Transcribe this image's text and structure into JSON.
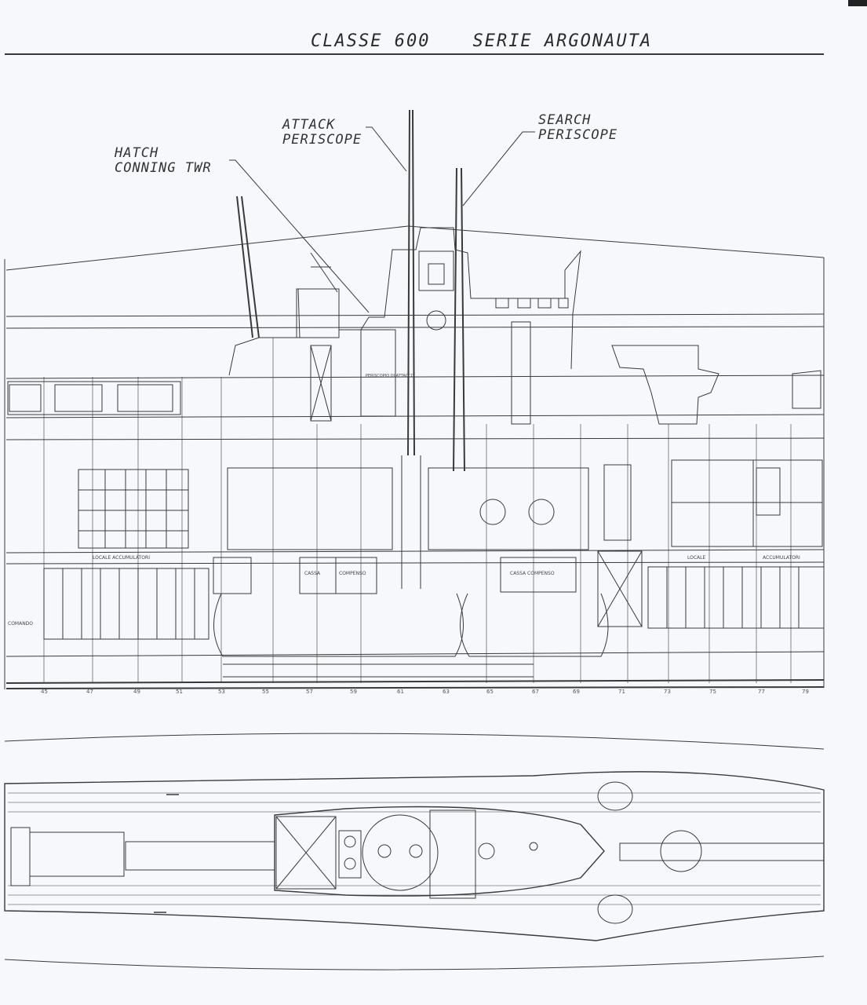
{
  "header": {
    "class_label": "CLASSE 600",
    "series_label": "SERIE ARGONAUTA"
  },
  "callouts": {
    "attack": "ATTACK\nPERISCOPE",
    "search": "SEARCH\nPERISCOPE",
    "hatch": "HATCH\nCONNING TWR"
  },
  "compartments": {
    "c1": "LOCALE ACCUMULATORI",
    "c2": "CASSA",
    "c3": "COMPENSO",
    "c4": "CASSA COMPENSO",
    "c5": "LOCALE",
    "c6": "ACCUMULATORI",
    "c7": "COMANDO",
    "c8": "PERISCOPIO DI ATTACCO"
  },
  "frame_numbers": [
    "45",
    "47",
    "49",
    "51",
    "53",
    "55",
    "57",
    "59",
    "61",
    "63",
    "65",
    "67",
    "69",
    "71",
    "73",
    "75",
    "77",
    "79"
  ],
  "colors": {
    "ink": "#3a3a3a",
    "paper": "#f7f8fb"
  }
}
